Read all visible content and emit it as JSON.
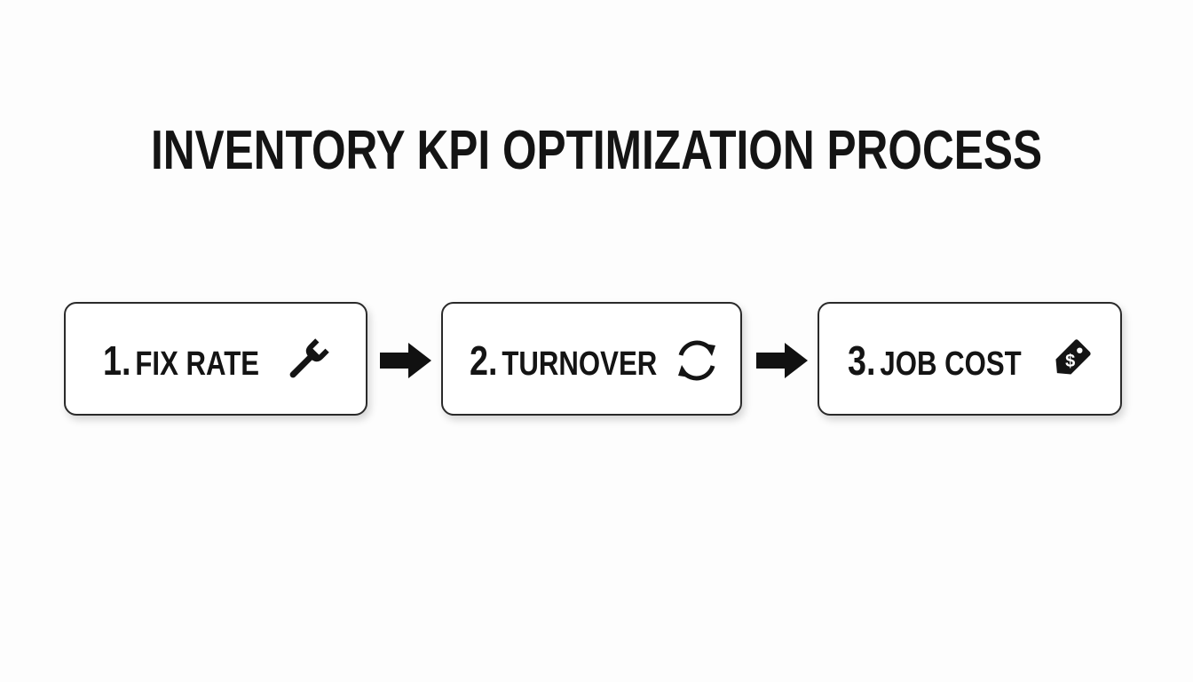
{
  "title": "INVENTORY KPI OPTIMIZATION PROCESS",
  "steps": [
    {
      "number": "1.",
      "label": "FIX RATE",
      "icon": "wrench-icon"
    },
    {
      "number": "2.",
      "label": "TURNOVER",
      "icon": "refresh-icon"
    },
    {
      "number": "3.",
      "label": "JOB COST",
      "icon": "price-tag-icon"
    }
  ],
  "colors": {
    "ink": "#141414",
    "border": "#2a2a2a",
    "background": "#fdfdfd",
    "box_fill": "#ffffff"
  }
}
